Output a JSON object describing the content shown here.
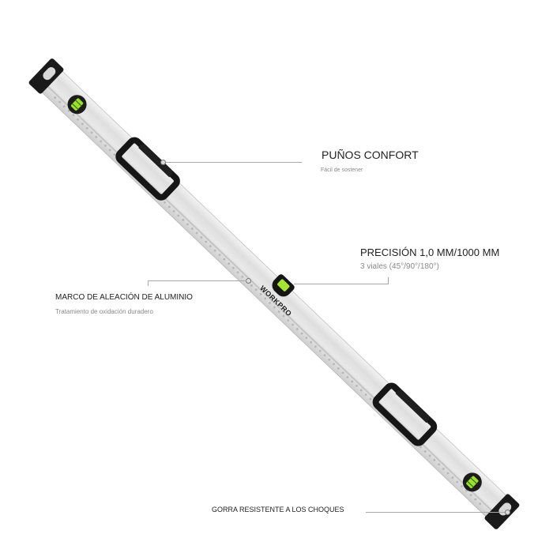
{
  "product": {
    "name": "Aluminium spirit level",
    "brand": "WORKPRO",
    "colors": {
      "frame": "#dedede",
      "caps_handles": "#161616",
      "vial_liquid": "#9be02a",
      "leader_line": "#a8a8a8",
      "title_text": "#222222",
      "subtitle_text": "#8a8a8a"
    }
  },
  "callouts": [
    {
      "id": "grips",
      "title": "PUÑOS CONFORT",
      "subtitle": "Fácil de sostener"
    },
    {
      "id": "precision",
      "title": "PRECISIÓN 1,0 MM/1000 MM",
      "subtitle": "3 viales (45°/90°/180°)"
    },
    {
      "id": "frame",
      "title": "MARCO DE ALEACIÓN DE ALUMINIO",
      "subtitle": "Tratamiento de oxidación duradero"
    },
    {
      "id": "caps",
      "title": "GORRA RESISTENTE A LOS CHOQUES",
      "subtitle": ""
    }
  ]
}
